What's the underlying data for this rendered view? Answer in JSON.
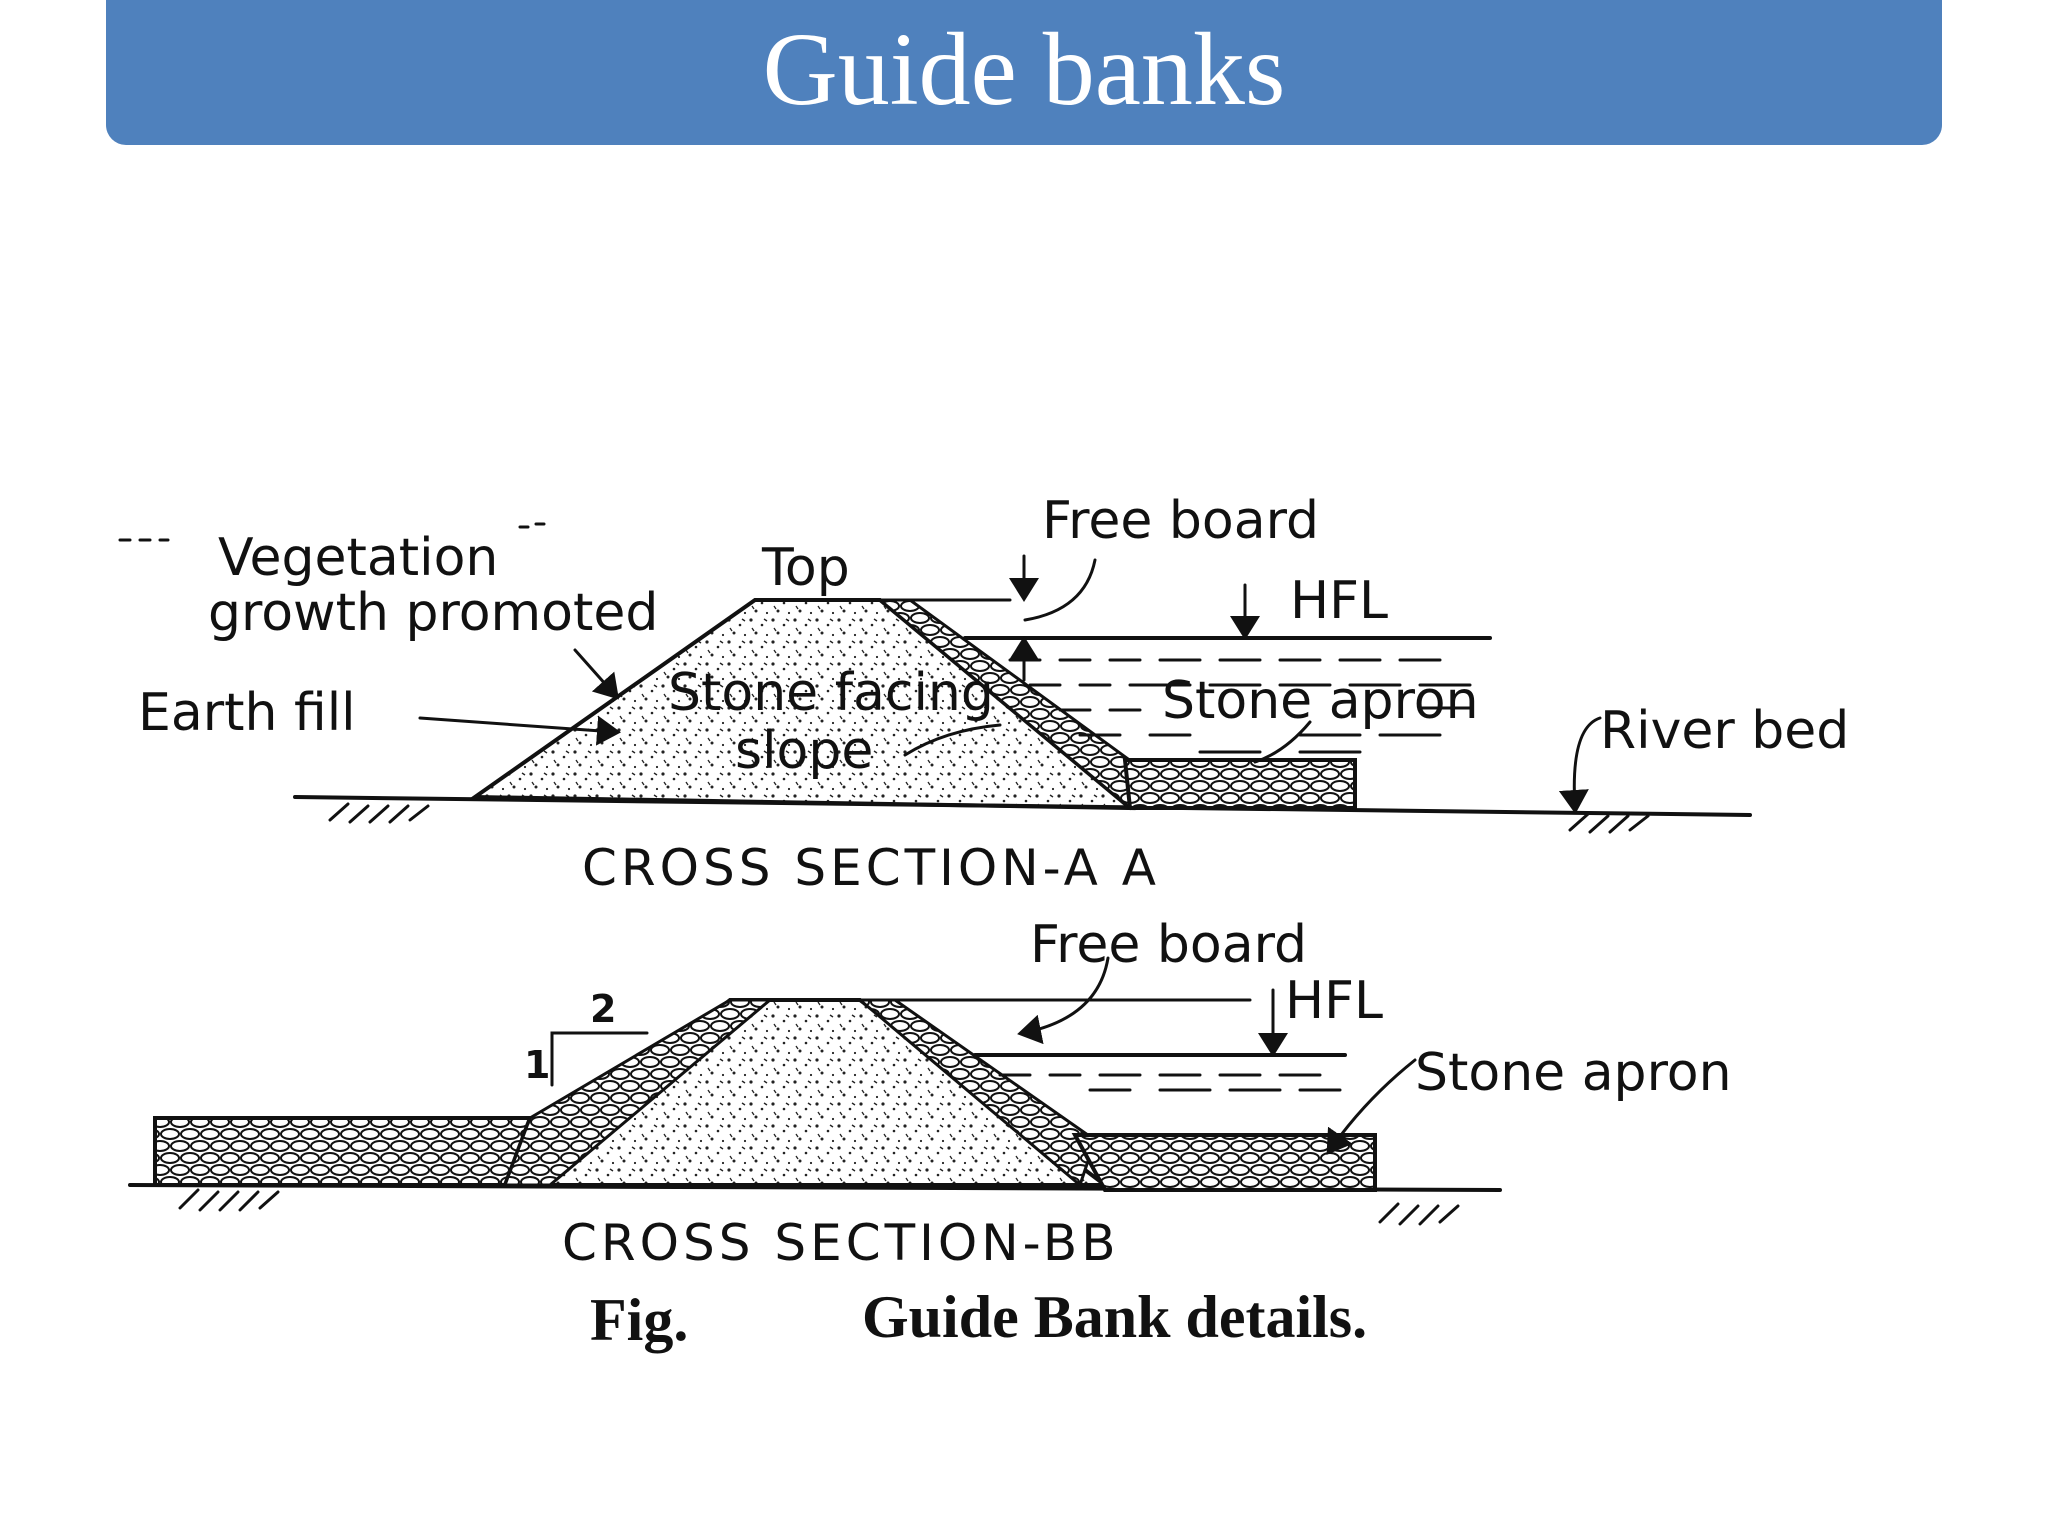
{
  "slide": {
    "title": "Guide banks"
  },
  "section_aa": {
    "vegetation_line1": "Vegetation",
    "vegetation_line2": "growth promoted",
    "earth_fill": "Earth fill",
    "top": "Top",
    "free_board": "Free board",
    "hfl": "HFL",
    "stone_facing_line1": "Stone facing",
    "stone_facing_line2": "slope",
    "stone_apron": "Stone apron",
    "river_bed": "River bed",
    "caption": "CROSS SECTION-A A"
  },
  "section_bb": {
    "free_board": "Free board",
    "hfl": "HFL",
    "stone_apron": "Stone apron",
    "slope_vertical": "1",
    "slope_horizontal": "2",
    "caption": "CROSS SECTION-BB"
  },
  "figure": {
    "prefix": "Fig.",
    "caption": "Guide Bank details."
  },
  "colors": {
    "title_bar": "#4f81bd",
    "title_text": "#ffffff",
    "ink": "#111111"
  }
}
